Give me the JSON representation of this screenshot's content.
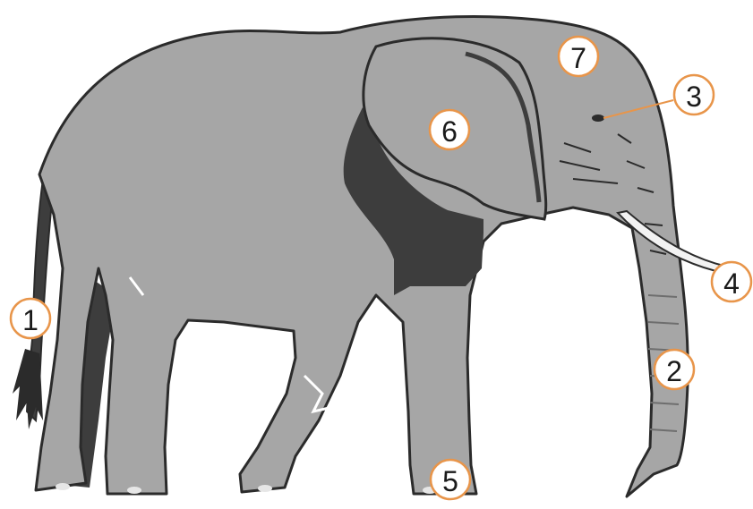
{
  "colors": {
    "body": "#a6a6a6",
    "shadow": "#3d3d3d",
    "outline": "#2b2b2b",
    "tusk": "#f2f2f2",
    "callout": "#e8954a",
    "background": "#ffffff"
  },
  "labels": [
    {
      "id": "tail",
      "text": "1"
    },
    {
      "id": "trunk",
      "text": "2"
    },
    {
      "id": "eye",
      "text": "3"
    },
    {
      "id": "tusk",
      "text": "4"
    },
    {
      "id": "foot",
      "text": "5"
    },
    {
      "id": "ear",
      "text": "6"
    },
    {
      "id": "head",
      "text": "7"
    }
  ]
}
